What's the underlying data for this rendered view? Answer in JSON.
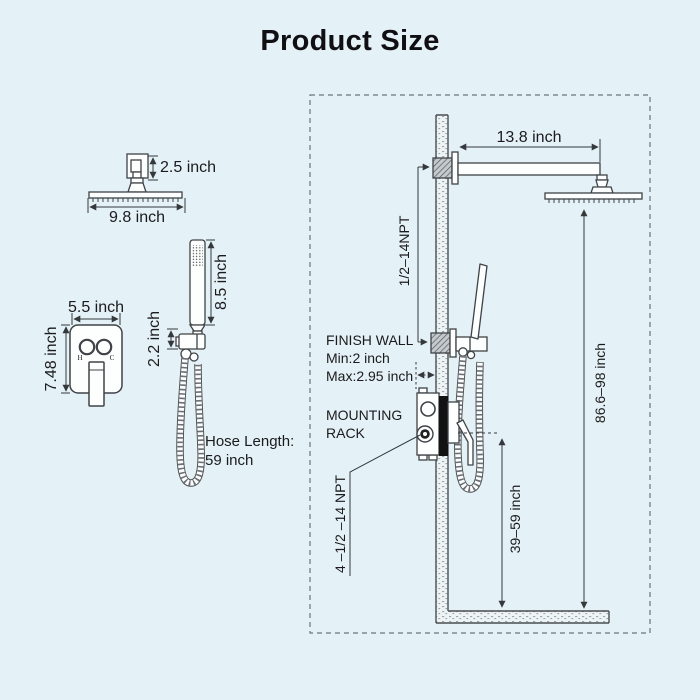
{
  "title": "Product Size",
  "colors": {
    "background": "#e4f1f6",
    "line": "#3f4347",
    "text": "#1b1b1d",
    "valve_plate_black": "#121212"
  },
  "rain_head": {
    "bracket_height_label": "2.5 inch",
    "head_width_label": "9.8 inch"
  },
  "hand_shower": {
    "wand_length_label": "8.5 inch",
    "holder_height_label": "2.2 inch",
    "hose_label_line1": "Hose Length:",
    "hose_label_line2": "59 inch"
  },
  "valve": {
    "width_label": "5.5 inch",
    "height_label": "7.48 inch",
    "hot_port_label": "H",
    "cold_port_label": "C"
  },
  "installation": {
    "arm_length_label": "13.8 inch",
    "upper_thread_label": "1/2–14NPT",
    "finish_wall_line1": "FINISH WALL",
    "finish_wall_line2": "Min:2 inch",
    "finish_wall_line3": "Max:2.95 inch",
    "mounting_line1": "MOUNTING",
    "mounting_line2": "RACK",
    "lower_thread_label": "4 –1/2 –14 NPT",
    "overall_height_label": "86.6–98 inch",
    "handheld_height_label": "39–59 inch"
  }
}
